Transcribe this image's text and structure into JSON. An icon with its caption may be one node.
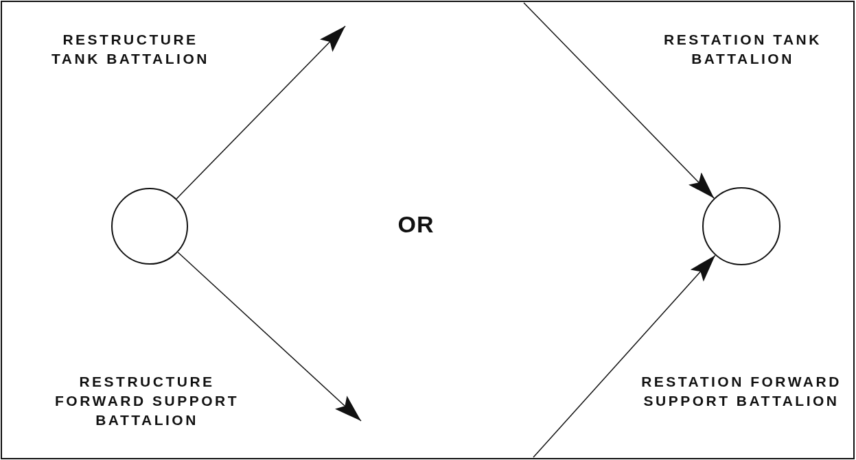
{
  "diagram": {
    "nodes": [
      {
        "text": [],
        "shape": "circle"
      },
      {
        "text": [],
        "shape": "circle"
      }
    ],
    "edges": [
      {
        "from": 0,
        "to": null,
        "arrow": "to"
      },
      {
        "from": 0,
        "to": null,
        "arrow": "to"
      },
      {
        "from": null,
        "to": 1,
        "arrow": "to"
      },
      {
        "from": null,
        "to": 1,
        "arrow": "to"
      }
    ],
    "labels": [
      "RESTRUCTURE TANK BATTALION",
      "RESTATION TANK BATTALION",
      "OR",
      "RESTRUCTURE FORWARD SUPPORT BATTALION",
      "RESTATION FORWARD SUPPORT BATTALION"
    ]
  }
}
